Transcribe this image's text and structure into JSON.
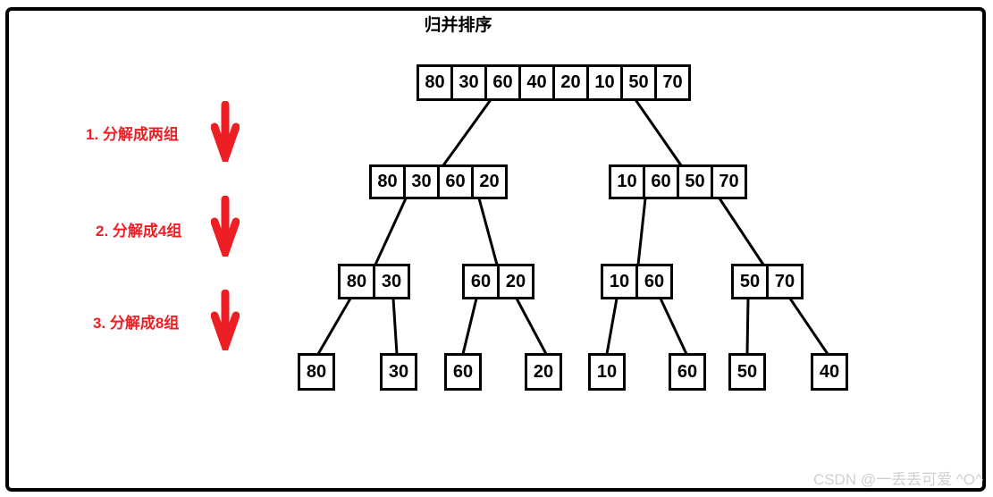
{
  "title": "归并排序",
  "colors": {
    "accent_red": "#ed1f24",
    "line_black": "#000000",
    "watermark_gray": "#d0d0d0"
  },
  "steps": [
    {
      "label": "1. 分解成两组"
    },
    {
      "label": "2. 分解成4组"
    },
    {
      "label": "3. 分解成8组"
    }
  ],
  "tree": {
    "level1": [
      "80",
      "30",
      "60",
      "40",
      "20",
      "10",
      "50",
      "70"
    ],
    "level2": [
      [
        "80",
        "30",
        "60",
        "20"
      ],
      [
        "10",
        "60",
        "50",
        "70"
      ]
    ],
    "level3": [
      [
        "80",
        "30"
      ],
      [
        "60",
        "20"
      ],
      [
        "10",
        "60"
      ],
      [
        "50",
        "70"
      ]
    ],
    "level4": [
      "80",
      "30",
      "60",
      "20",
      "10",
      "60",
      "50",
      "40"
    ]
  },
  "watermark": "CSDN @一丢丢可爱 ^O^"
}
